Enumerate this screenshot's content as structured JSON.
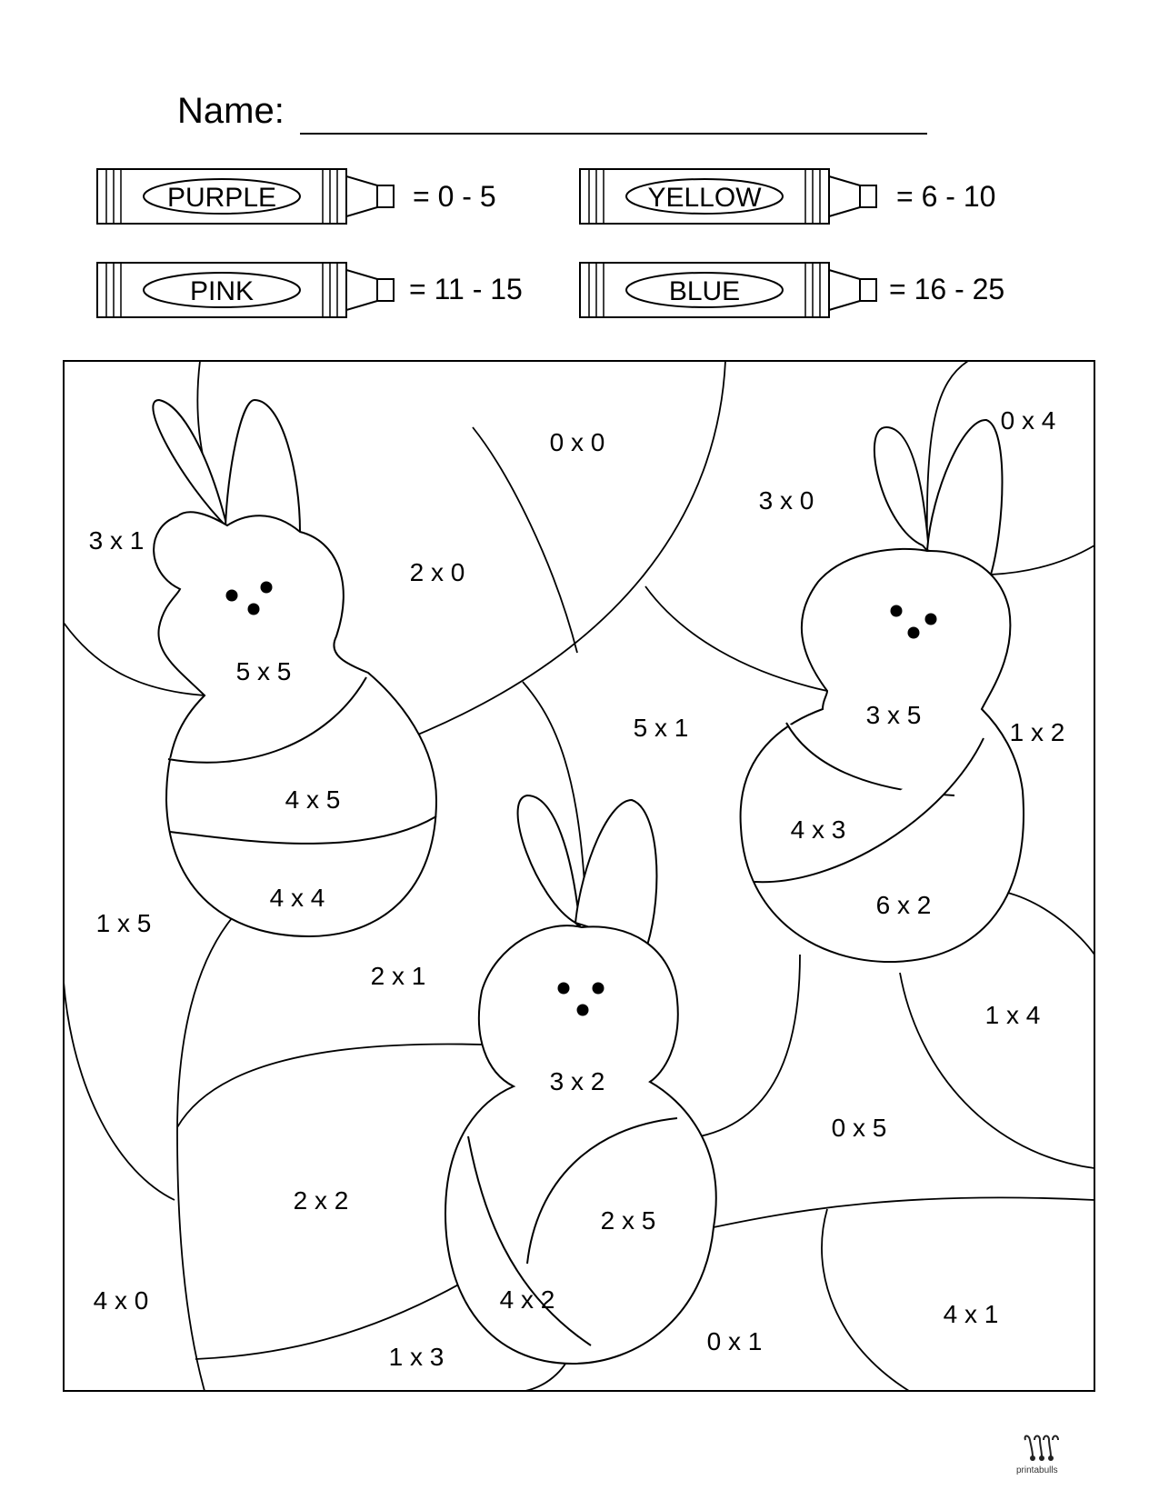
{
  "header": {
    "name_label": "Name:"
  },
  "legend": [
    {
      "color_name": "PURPLE",
      "range": "= 0 - 5",
      "color": "#7b3fa0"
    },
    {
      "color_name": "YELLOW",
      "range": "= 6 - 10",
      "color": "#f2d200"
    },
    {
      "color_name": "PINK",
      "range": "= 11 - 15",
      "color": "#f06aa8"
    },
    {
      "color_name": "BLUE",
      "range": "= 16 - 25",
      "color": "#2f6fd6"
    }
  ],
  "problems": {
    "p00": "0 x 0",
    "p01": "0 x 4",
    "p02": "3 x 0",
    "p03": "3 x 1",
    "p04": "2 x 0",
    "p05": "5 x 5",
    "p06": "3 x 5",
    "p07": "5 x 1",
    "p08": "1 x 2",
    "p09": "4 x 5",
    "p10": "4 x 3",
    "p11": "6 x 2",
    "p12": "4 x 4",
    "p13": "1 x 5",
    "p14": "2 x 1",
    "p15": "1 x 4",
    "p16": "3 x 2",
    "p17": "0 x 5",
    "p18": "2 x 2",
    "p19": "2 x 5",
    "p20": "4 x 0",
    "p21": "4 x 2",
    "p22": "4 x 1",
    "p23": "0 x 1",
    "p24": "1 x 3"
  },
  "footer": {
    "brand": "printabulls",
    "logo_icon": "bull-logo-icon"
  }
}
